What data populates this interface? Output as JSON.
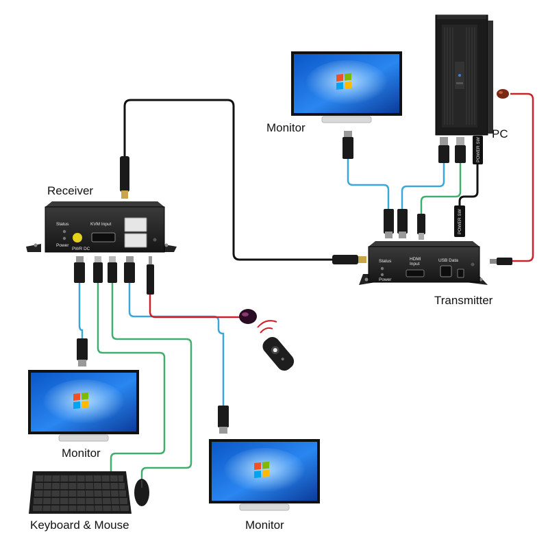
{
  "labels": {
    "receiver": "Receiver",
    "transmitter": "Transmitter",
    "pc": "PC",
    "monitor_top": "Monitor",
    "monitor_left": "Monitor",
    "monitor_bottom": "Monitor",
    "keyboard_mouse": "Keyboard & Mouse"
  },
  "panel": {
    "status": "Status",
    "power": "Power",
    "kvm_input": "KVM Input",
    "pwr_dc": "PWR DC",
    "hdmi_input": "HDMI\nInput",
    "usb_data": "USB Data",
    "power_sw": "POWER SW"
  },
  "colors": {
    "hdmi_cable": "#3aa6d9",
    "usb_cable": "#3fae6a",
    "ir_cable": "#c8232c",
    "fiber_cable": "#111111",
    "device_body": "#1e1e1e"
  }
}
